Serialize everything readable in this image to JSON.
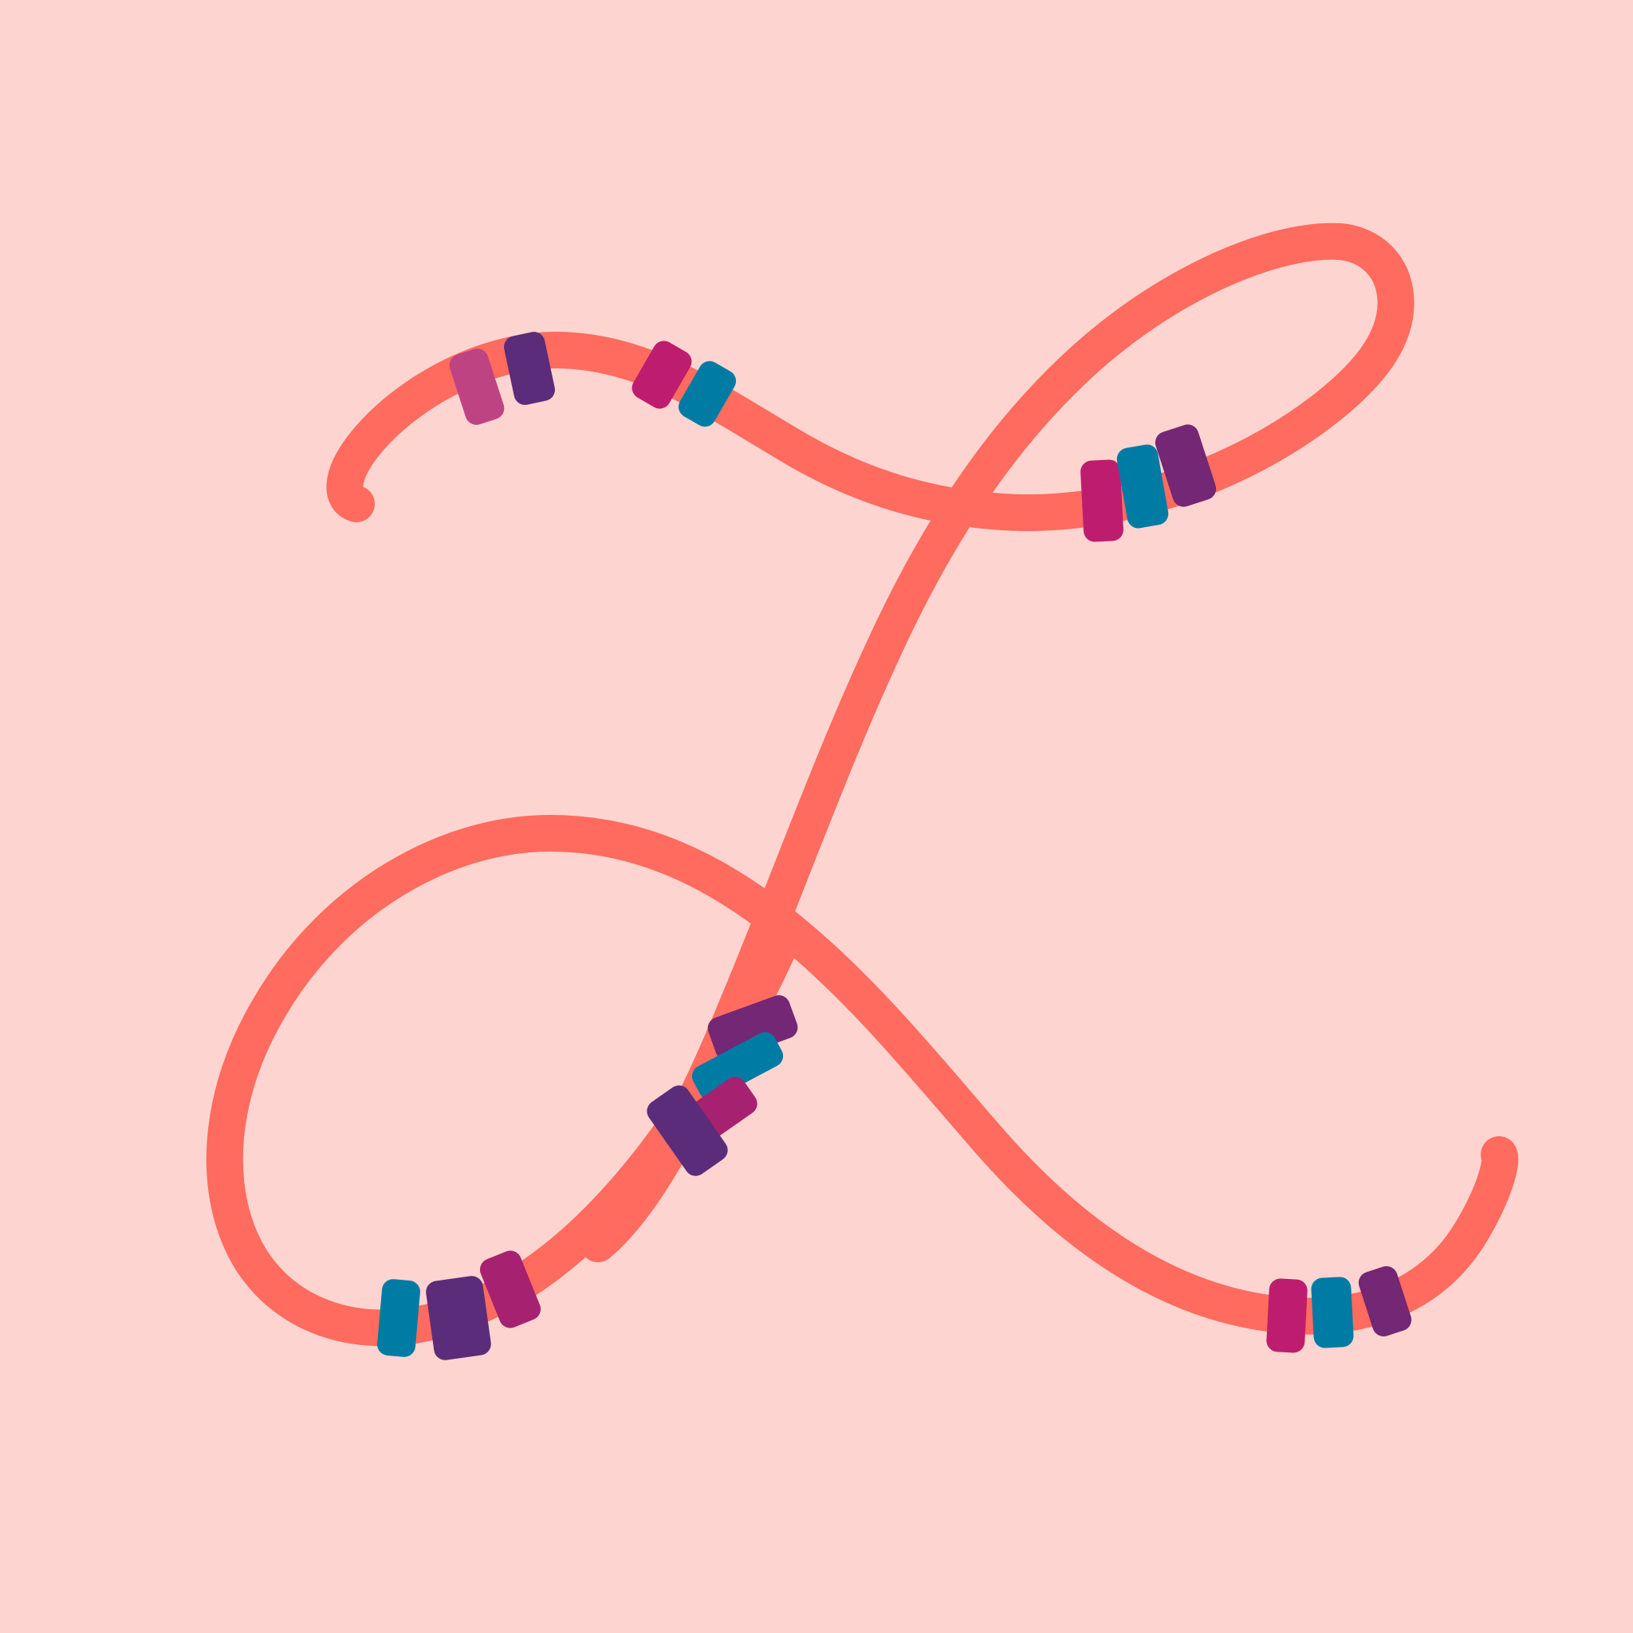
{
  "artwork": {
    "subject": "letter-l-with-beads",
    "colors": {
      "background": "#FED4D0",
      "string": "#FF6B5E",
      "magenta": "#BE1D6F",
      "teal": "#007BA4",
      "purple": "#5B2C7A",
      "plum": "#732774",
      "rose": "#BE4383",
      "berry": "#A62170"
    },
    "bead_groups": [
      {
        "name": "top-left-group",
        "beads": [
          "rose",
          "purple"
        ]
      },
      {
        "name": "top-middle-group",
        "beads": [
          "magenta",
          "teal"
        ]
      },
      {
        "name": "top-right-group",
        "beads": [
          "magenta",
          "teal",
          "plum"
        ]
      },
      {
        "name": "center-group",
        "beads": [
          "plum",
          "teal",
          "berry",
          "purple"
        ]
      },
      {
        "name": "bottom-left-group",
        "beads": [
          "teal",
          "purple",
          "berry"
        ]
      },
      {
        "name": "bottom-right-group",
        "beads": [
          "magenta",
          "teal",
          "plum"
        ]
      }
    ]
  }
}
